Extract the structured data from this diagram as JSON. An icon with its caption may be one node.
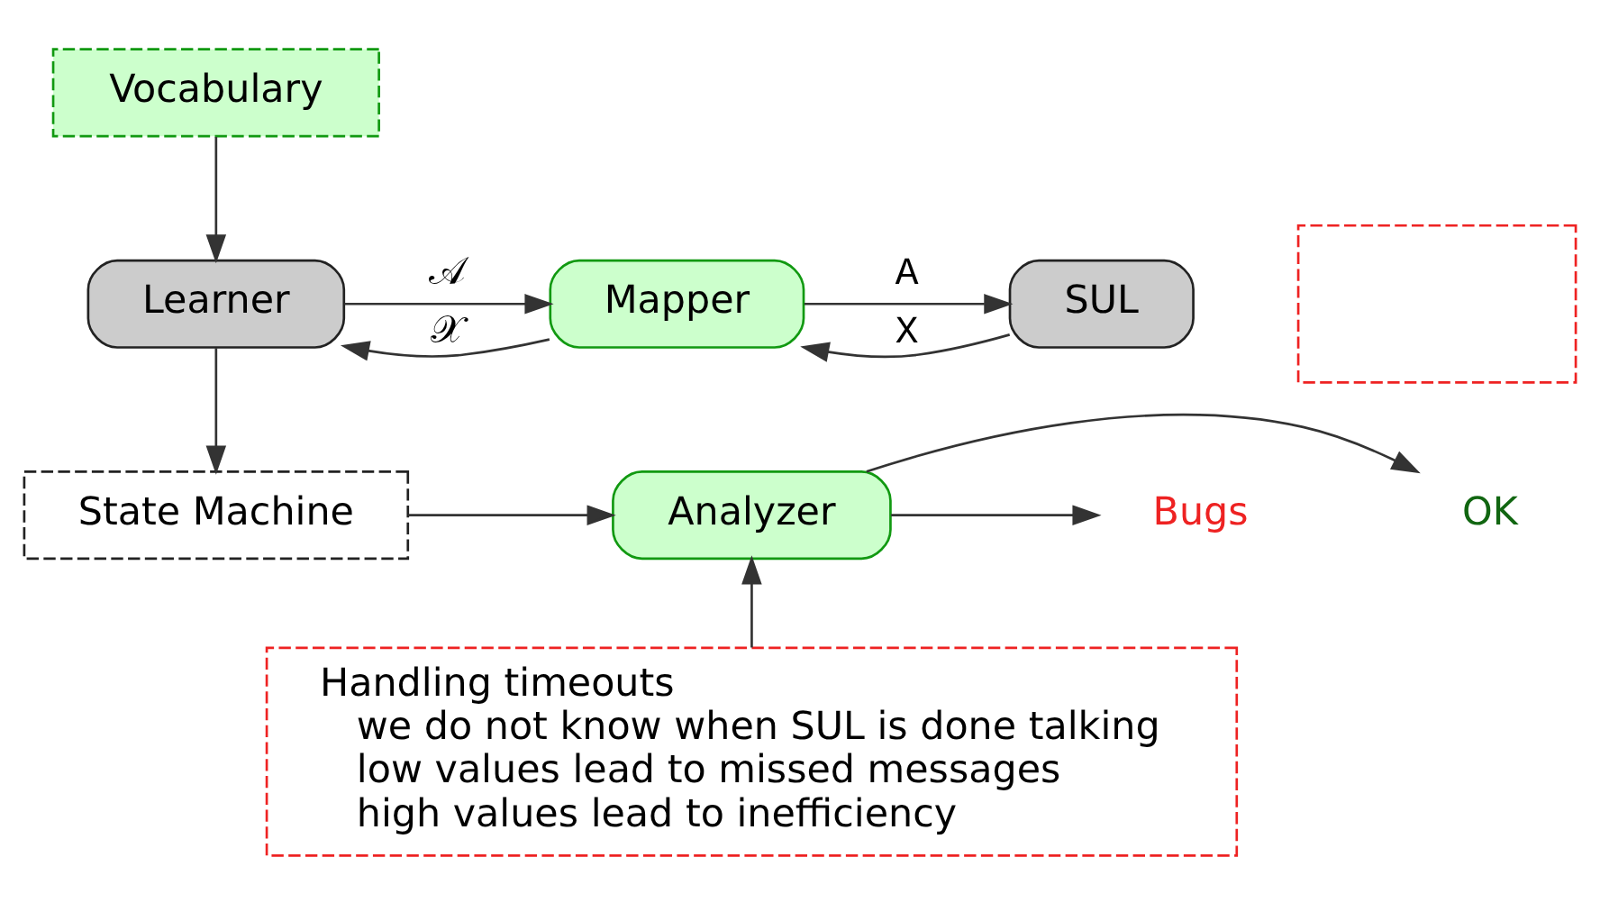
{
  "diagram": {
    "nodes": [
      {
        "text": [
          "Vocabulary"
        ]
      },
      {
        "text": [
          "Learner"
        ]
      },
      {
        "text": [
          "Mapper"
        ]
      },
      {
        "text": [
          "SUL"
        ]
      },
      {
        "text": [],
        "shape": "box"
      },
      {
        "text": [
          "State Machine"
        ]
      },
      {
        "text": [
          "Analyzer"
        ]
      },
      {
        "text": [
          "OK"
        ]
      },
      {
        "text": [
          "Bugs"
        ]
      },
      {
        "text": [
          "Handling timeouts",
          "we do not know when SUL is done talking",
          "low values lead to missed messages",
          "high values lead to inefficiency"
        ]
      }
    ],
    "edges": [
      {
        "from": 0,
        "to": 1,
        "arrow": "to"
      },
      {
        "from": 1,
        "to": 2,
        "arrow": "to",
        "label": "𝒜"
      },
      {
        "from": 2,
        "to": 3,
        "arrow": "to",
        "label": "A"
      },
      {
        "from": 3,
        "to": 2,
        "arrow": "to",
        "label": "X"
      },
      {
        "from": 2,
        "to": 1,
        "arrow": "to",
        "label": "𝒳"
      },
      {
        "from": 1,
        "to": 5,
        "arrow": "to"
      },
      {
        "from": 5,
        "to": 6,
        "arrow": "to"
      },
      {
        "from": 6,
        "to": 7,
        "arrow": "to"
      },
      {
        "from": 6,
        "to": 8,
        "arrow": "to"
      },
      {
        "from": 9,
        "to": 6,
        "arrow": "to"
      }
    ]
  }
}
